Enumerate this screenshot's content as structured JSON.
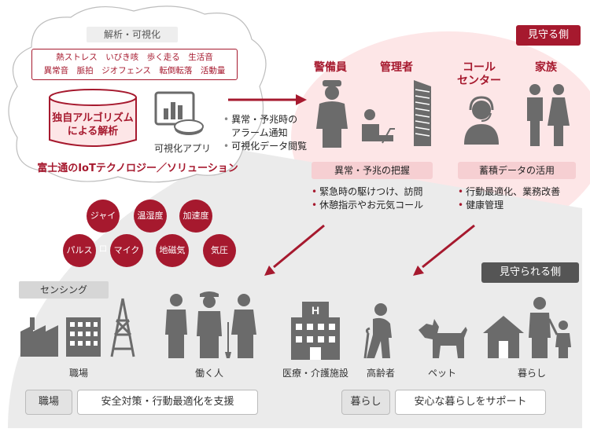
{
  "top_left": {
    "label": "解析・可視化",
    "tags_line1": "熱ストレス　いびき咳　歩く走る　生活音",
    "tags_line2": "異常音　脈拍　ジオフェンス　転倒転落　活動量",
    "algo_line1": "独自アルゴリズム",
    "algo_line2": "による解析",
    "app_label": "可視化アプリ",
    "fujitsu": "富士通のIoTテクノロジー／ソリューション"
  },
  "middle_bullets": [
    "異常・予兆時の",
    "アラーム通知",
    "可視化データ閲覧"
  ],
  "watchers": {
    "header": "見守る側",
    "roles": [
      "警備員",
      "管理者",
      "コール",
      "センター",
      "家族"
    ],
    "box1": "異常・予兆の把握",
    "box1_items": [
      "緊急時の駆けつけ、訪問",
      "休憩指示やお元気コール"
    ],
    "box2": "蓄積データの活用",
    "box2_items": [
      "行動最適化、業務改善",
      "健康管理"
    ]
  },
  "sensors": [
    "ジャイロ",
    "温湿度",
    "加速度",
    "パルス",
    "マイク",
    "地磁気",
    "気圧"
  ],
  "watched": {
    "header": "見守られる側",
    "sensing_label": "センシング",
    "captions": [
      "職場",
      "働く人",
      "医療・介護施設",
      "高齢者",
      "ペット",
      "暮らし"
    ],
    "bottom": [
      {
        "tag": "職場",
        "text": "安全対策・行動最適化を支援"
      },
      {
        "tag": "暮らし",
        "text": "安心な暮らしをサポート"
      }
    ]
  },
  "colors": {
    "accent": "#a6192e",
    "pink": "#fde6e7",
    "pink_box": "#f6cfd2",
    "gray_panel": "#eaeaea",
    "icon": "#6b6b6b"
  }
}
